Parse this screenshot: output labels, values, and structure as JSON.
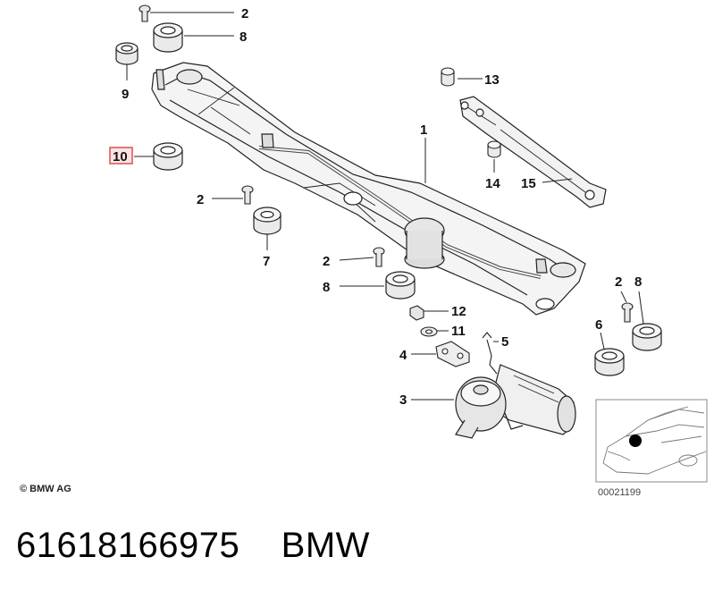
{
  "callouts": {
    "c2a": "2",
    "c8a": "8",
    "c9": "9",
    "c10": "10",
    "c2b": "2",
    "c7": "7",
    "c1": "1",
    "c13": "13",
    "c14": "14",
    "c15": "15",
    "c2c": "2",
    "c8b": "8",
    "c12": "12",
    "c11": "11",
    "c5": "5",
    "c4": "4",
    "c3": "3",
    "c2d": "2",
    "c8c": "8",
    "c6": "6"
  },
  "highlighted_callout": "10",
  "colors": {
    "highlight_box": "#d9534f",
    "highlight_fill": "#fbe3e3",
    "line": "#222222"
  },
  "copyright": "© BMW AG",
  "inset": {
    "code": "00021199"
  },
  "footer": {
    "part_number": "61618166975    BMW"
  }
}
